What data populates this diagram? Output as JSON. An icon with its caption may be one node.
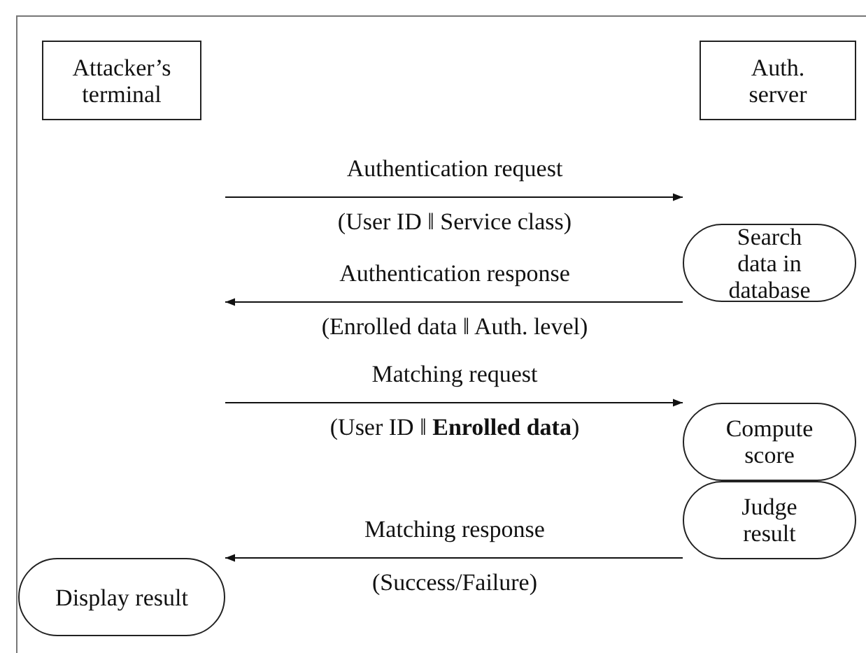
{
  "diagram": {
    "nodes": [
      {
        "text": [
          "Attacker’s terminal"
        ]
      },
      {
        "text": [
          "Auth. server"
        ]
      },
      {
        "text": [
          "Search data in database"
        ]
      },
      {
        "text": [
          "Compute score"
        ]
      },
      {
        "text": [
          "Judge result"
        ]
      },
      {
        "text": [
          "Display result"
        ]
      }
    ],
    "edges": [
      {
        "from": null,
        "to": 2,
        "arrow": "to",
        "label": "Authentication request"
      },
      {
        "from": 2,
        "to": null,
        "arrow": "to",
        "label": "Authentication response"
      },
      {
        "from": null,
        "to": 3,
        "arrow": "to",
        "label": "Matching request"
      },
      {
        "from": 4,
        "to": 5,
        "arrow": "to",
        "label": "Matching response"
      }
    ],
    "labels": [
      "(User ID ‖ Service class)",
      "(Enrolled data ‖ Auth. level)",
      "(User ID ‖ **Enrolled data**)",
      "(Success/Failure)"
    ]
  }
}
